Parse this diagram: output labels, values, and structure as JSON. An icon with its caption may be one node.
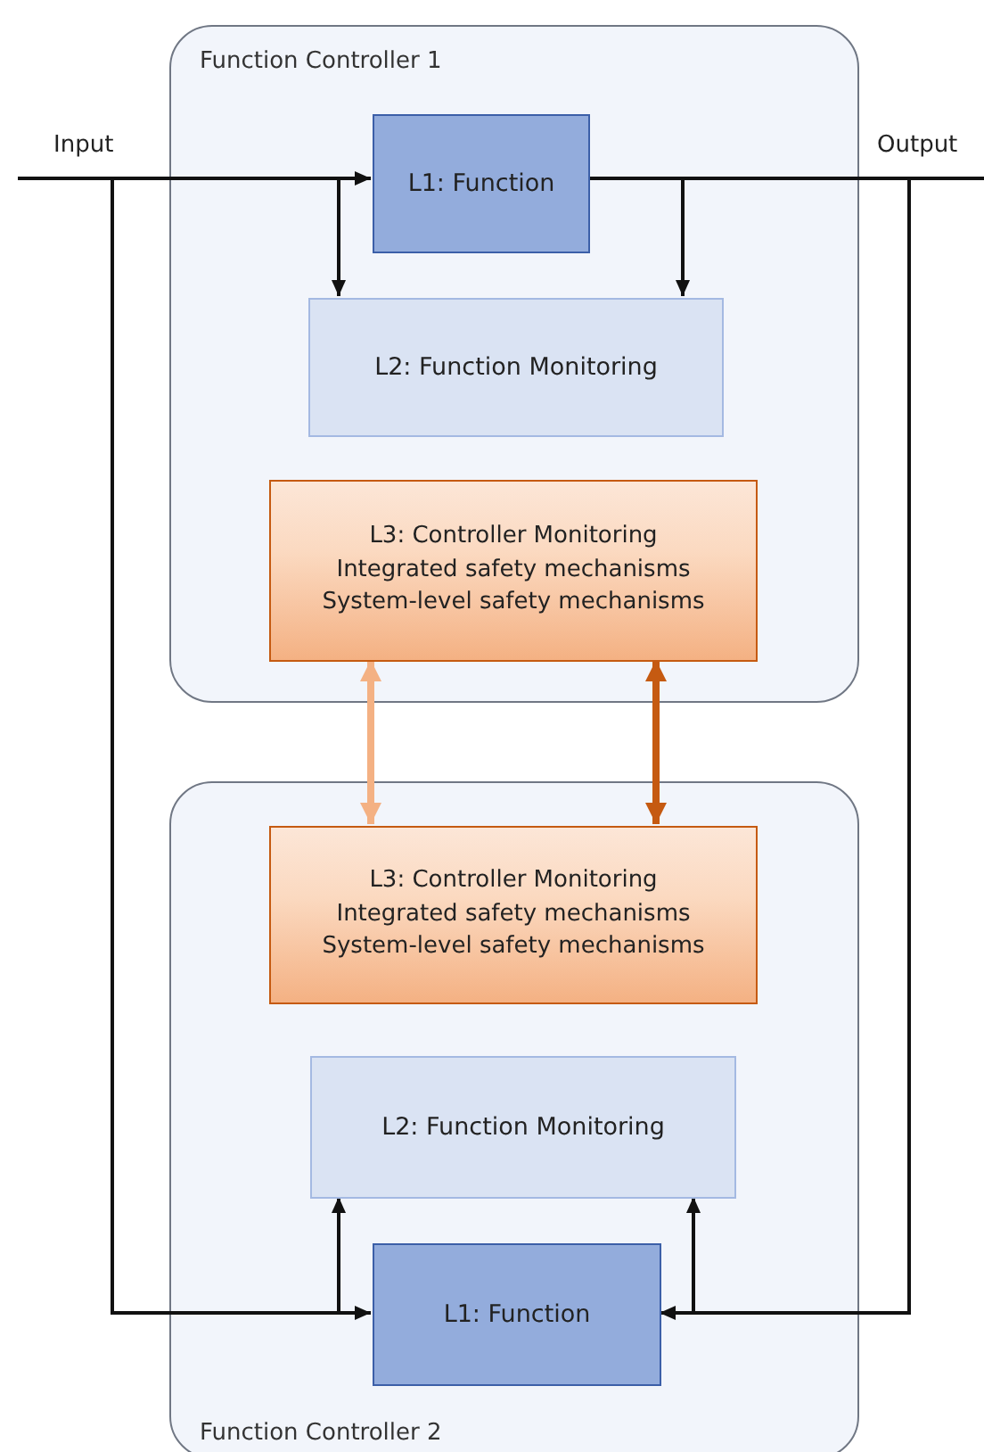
{
  "diagram": {
    "nodes": [
      {
        "text": [
          "Function Controller 1"
        ]
      },
      {
        "text": [
          "L1: Function"
        ],
        "in": 0
      },
      {
        "text": [
          "L2: Function Monitoring"
        ],
        "in": 0
      },
      {
        "text": [
          "L3: Controller Monitoring",
          "Integrated safety mechanisms",
          "System-level safety mechanisms"
        ],
        "in": 0
      },
      {
        "text": [
          "Function Controller 2"
        ]
      },
      {
        "text": [
          "L3: Controller Monitoring",
          "Integrated safety mechanisms",
          "System-level safety mechanisms"
        ],
        "in": 4
      },
      {
        "text": [
          "L2: Function Monitoring"
        ],
        "in": 4
      },
      {
        "text": [
          "L1: Function"
        ],
        "in": 4
      },
      {
        "text": [
          "Input"
        ]
      },
      {
        "text": [
          "Output"
        ]
      }
    ],
    "edges": [
      {
        "from": 8,
        "to": 1,
        "arrow": "to"
      },
      {
        "from": 8,
        "to": 2,
        "arrow": "to"
      },
      {
        "from": 8,
        "to": 7,
        "arrow": "to"
      },
      {
        "from": 8,
        "to": 6,
        "arrow": "to"
      },
      {
        "from": 1,
        "to": 9,
        "arrow": "none"
      },
      {
        "from": 1,
        "to": 2,
        "arrow": "to"
      },
      {
        "from": 1,
        "to": 7,
        "arrow": "to"
      },
      {
        "from": 1,
        "to": 6,
        "arrow": "to"
      },
      {
        "from": 3,
        "to": 5,
        "arrow": "both",
        "style": "thick",
        "color": "#f4b183"
      },
      {
        "from": 3,
        "to": 5,
        "arrow": "both",
        "style": "thick",
        "color": "#c55a11"
      }
    ]
  }
}
